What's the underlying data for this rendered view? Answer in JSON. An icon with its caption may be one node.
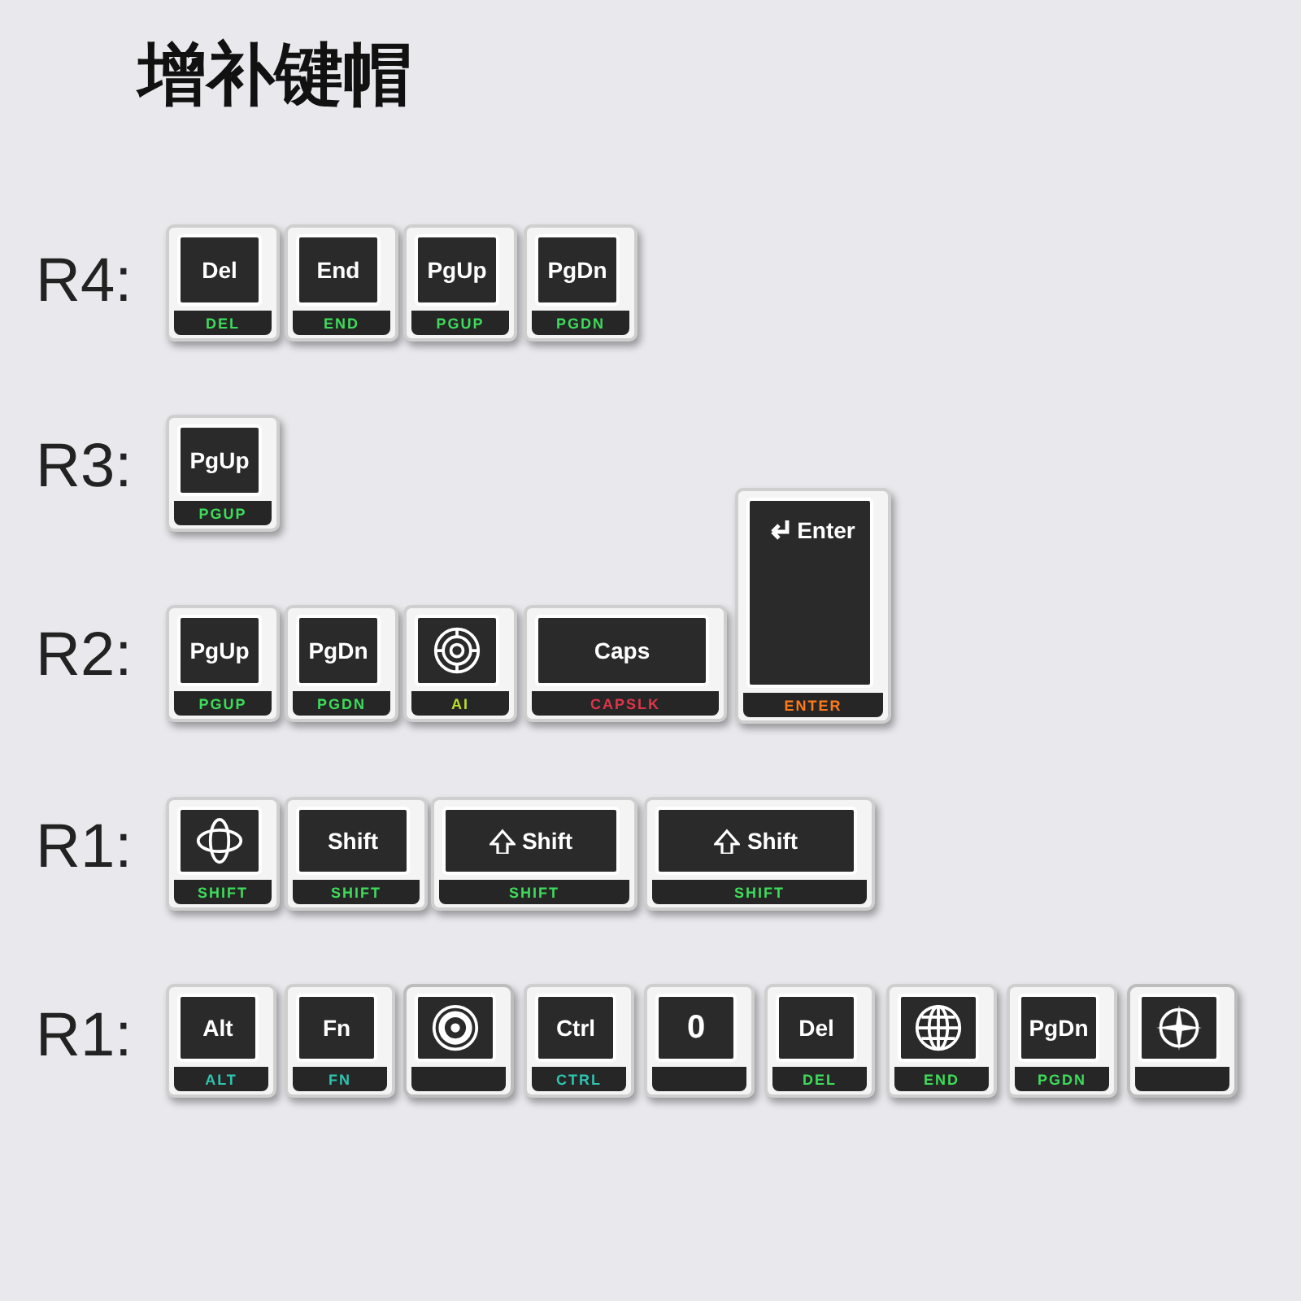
{
  "diagram": {
    "title": "增补键帽",
    "nodes": [
      {
        "text": [
          "Del",
          "DEL"
        ]
      },
      {
        "text": [
          "End",
          "END"
        ]
      },
      {
        "text": [
          "PgUp",
          "PGUP"
        ]
      },
      {
        "text": [
          "PgDn",
          "PGDN"
        ]
      },
      {
        "text": [
          "PgUp",
          "PGUP"
        ]
      },
      {
        "text": [
          "Enter",
          "ENTER"
        ]
      },
      {
        "text": [
          "PgUp",
          "PGUP"
        ]
      },
      {
        "text": [
          "PgDn",
          "PGDN"
        ]
      },
      {
        "text": [
          "AI"
        ]
      },
      {
        "text": [
          "Caps",
          "CAPSLK"
        ]
      },
      {
        "text": [
          "SHIFT"
        ]
      },
      {
        "text": [
          "Shift",
          "SHIFT"
        ]
      },
      {
        "text": [
          "Shift",
          "SHIFT"
        ]
      },
      {
        "text": [
          "Shift",
          "SHIFT"
        ]
      },
      {
        "text": [
          "Alt",
          "ALT"
        ]
      },
      {
        "text": [
          "Fn",
          "FN"
        ]
      },
      {
        "text": [],
        "shape": "picture"
      },
      {
        "text": [
          "Ctrl",
          "CTRL"
        ]
      },
      {
        "text": [
          "0"
        ]
      },
      {
        "text": [
          "Del",
          "DEL"
        ]
      },
      {
        "text": [
          "END"
        ]
      },
      {
        "text": [
          "PgDn",
          "PGDN"
        ]
      },
      {
        "text": [],
        "shape": "picture"
      }
    ],
    "labels": [
      "R4:",
      "R3:",
      "R2:",
      "R1:",
      "R1:"
    ]
  }
}
